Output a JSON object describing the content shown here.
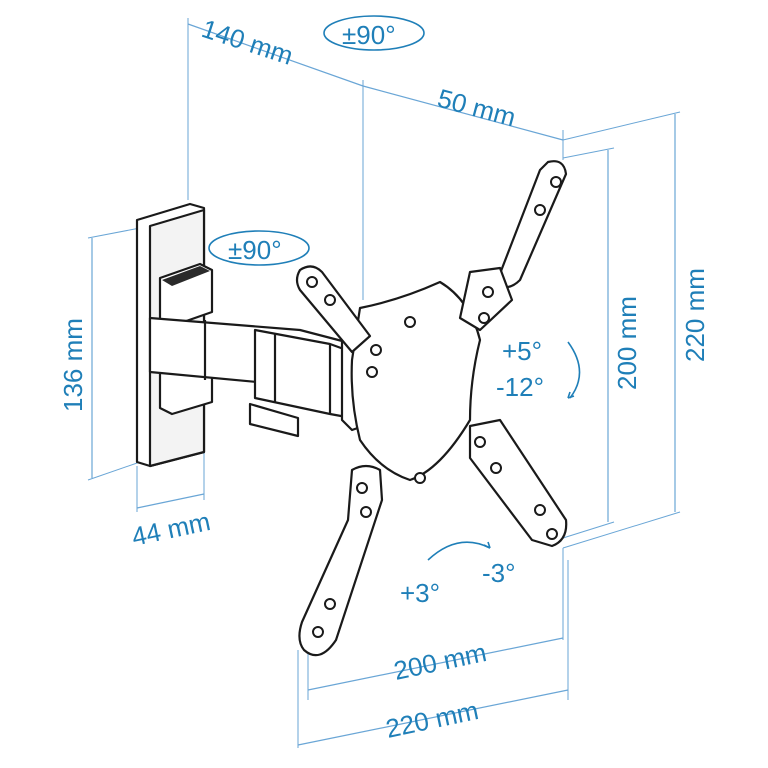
{
  "dimensions": {
    "arm_length": "140 mm",
    "offset": "50 mm",
    "height_plate": "136 mm",
    "depth_plate": "44 mm",
    "vesa_height_inner": "200 mm",
    "vesa_height_outer": "220 mm",
    "vesa_width_inner": "200 mm",
    "vesa_width_outer": "220 mm"
  },
  "rotations": {
    "swivel_top": "±90°",
    "swivel_arm": "±90°",
    "tilt_up": "+5°",
    "tilt_down": "-12°",
    "level_left": "+3°",
    "level_right": "-3°"
  },
  "colors": {
    "dimension_text": "#1f7fb8",
    "dimension_line": "#6aa6d6",
    "outline": "#1a1a1a"
  }
}
